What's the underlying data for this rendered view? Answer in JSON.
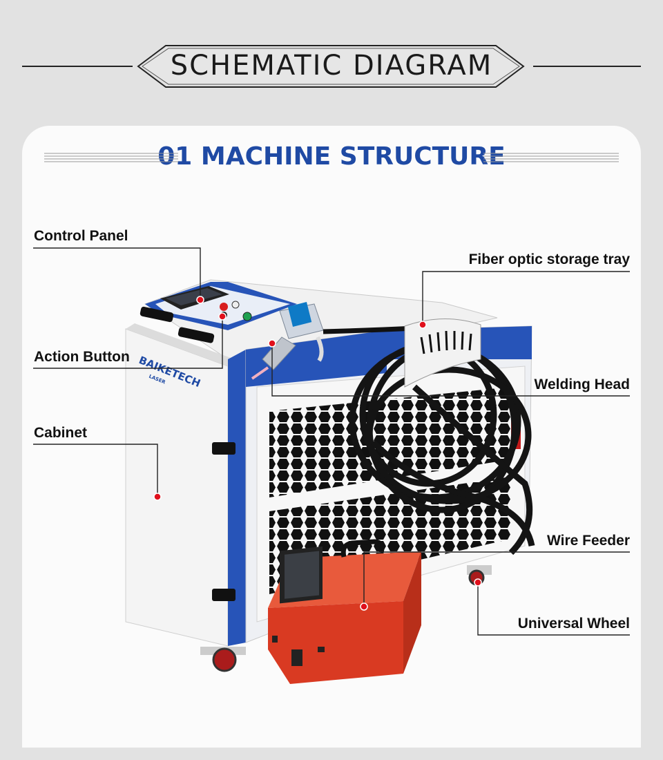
{
  "header": {
    "title": "SCHEMATIC DIAGRAM"
  },
  "section": {
    "title": "01 MACHINE STRUCTURE"
  },
  "labels": {
    "control_panel": "Control Panel",
    "action_button": "Action Button",
    "cabinet": "Cabinet",
    "fiber_tray": "Fiber optic storage tray",
    "welding_head": "Welding Head",
    "wire_feeder": "Wire Feeder",
    "universal_wheel": "Universal Wheel"
  },
  "brand": {
    "logo": "BAIKETECH",
    "sub": "LASER"
  },
  "colors": {
    "accent_blue": "#1f4aa4",
    "marker_red": "#e0101c",
    "feeder_red": "#d93a22",
    "cabinet_blue": "#2754b8"
  }
}
